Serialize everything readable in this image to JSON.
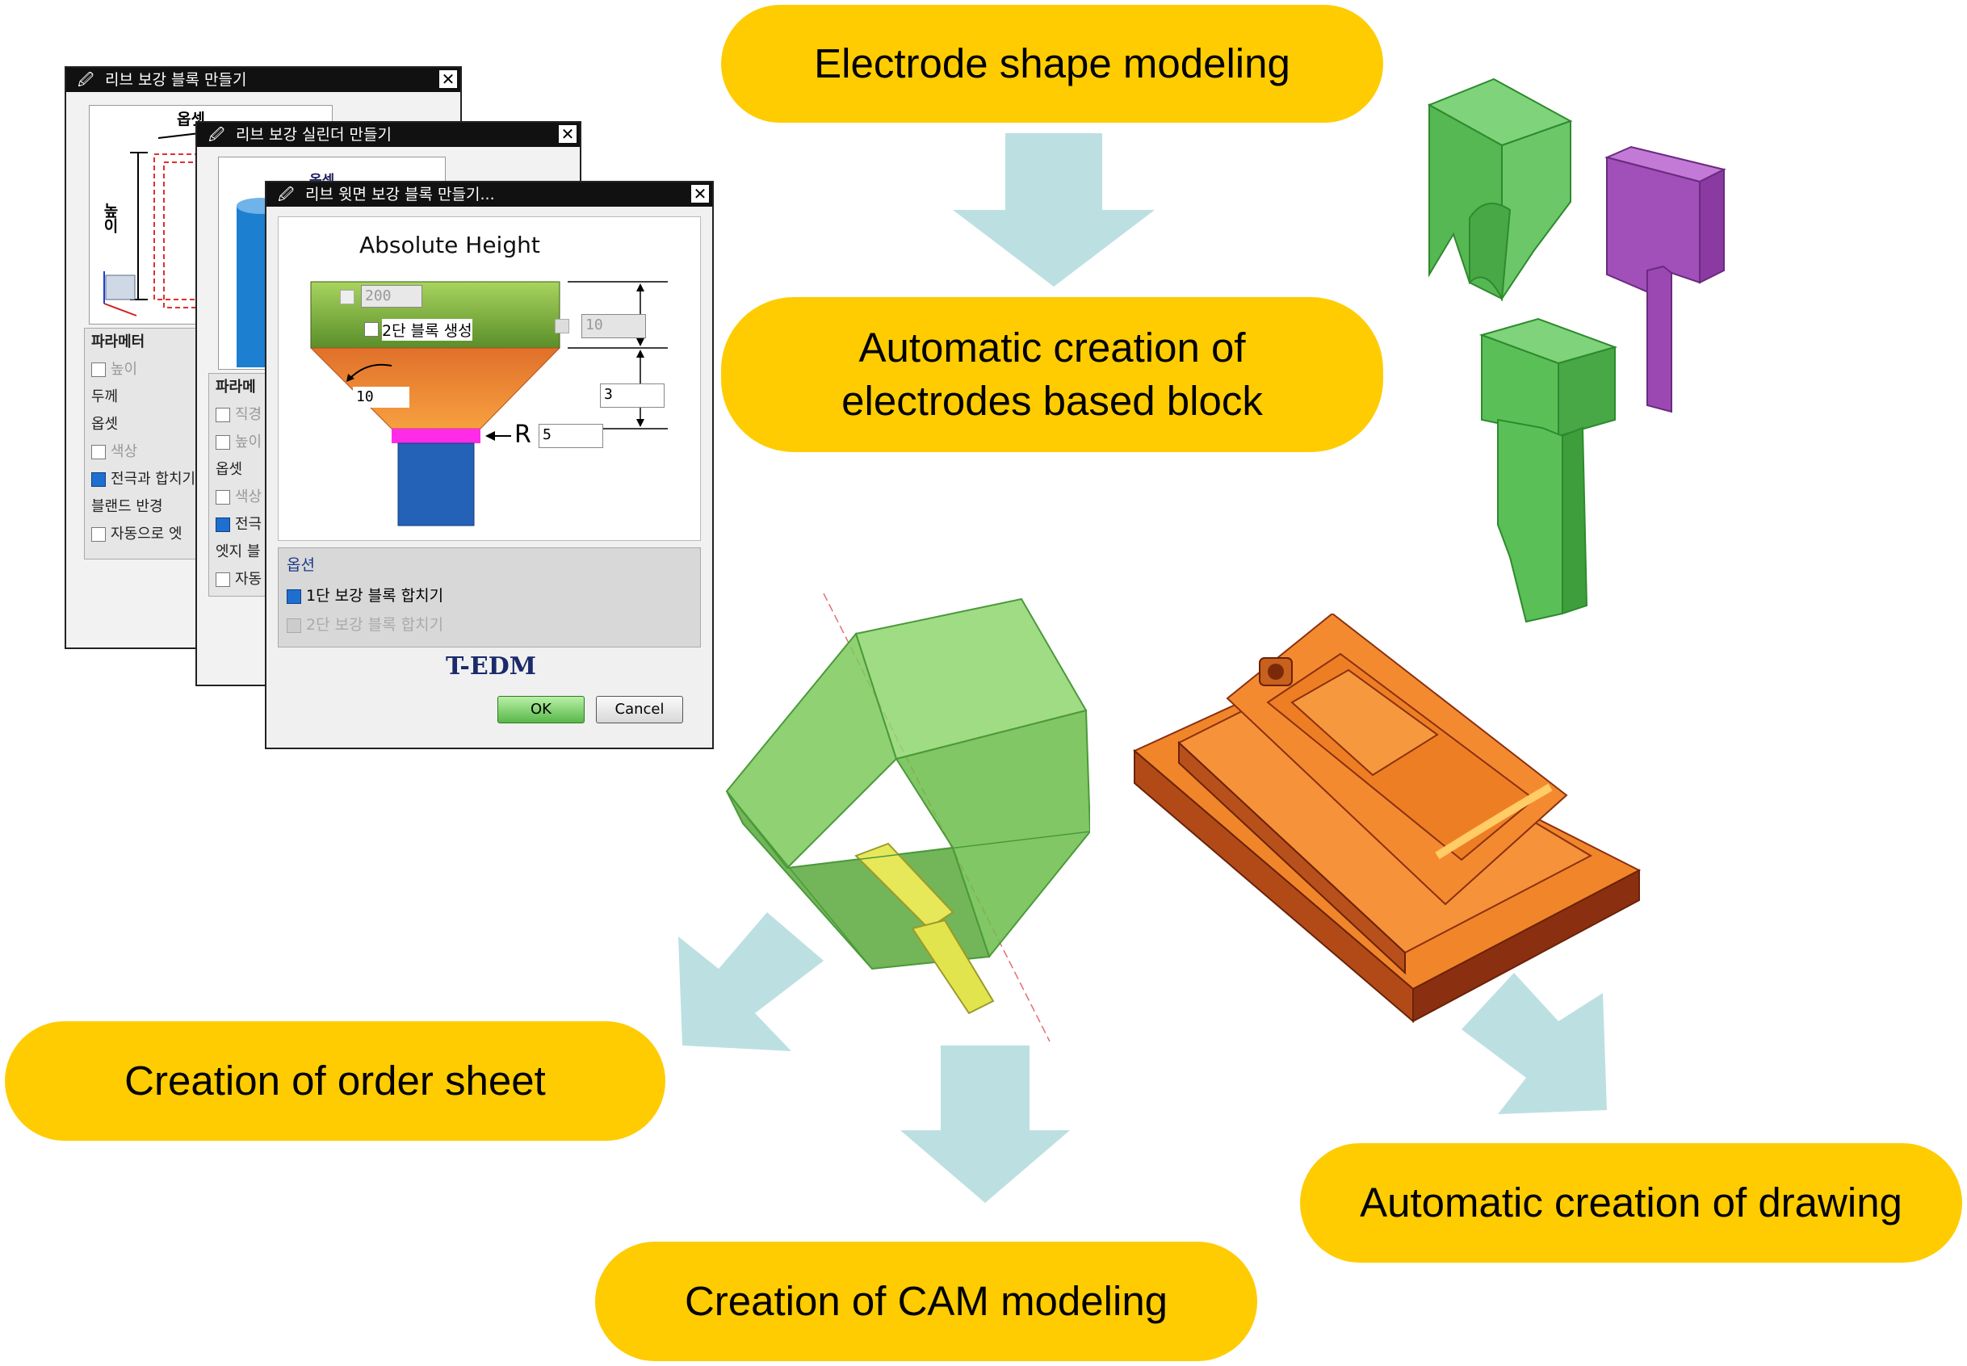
{
  "flow": {
    "step1": "Electrode shape modeling",
    "step2_line1": "Automatic creation of",
    "step2_line2": "electrodes based block",
    "step3": "Creation of order sheet",
    "step4": "Creation of CAM modeling",
    "step5": "Automatic creation of drawing"
  },
  "dialogs": {
    "back": {
      "title": "리브 보강 블록 만들기",
      "offset_label": "옵셋",
      "height_label": "높이",
      "param_header": "파라메터",
      "rows": [
        "높이",
        "두께",
        "옵셋",
        "색상",
        "전극과 합치기",
        "블랜드 반경",
        "자동으로 엣"
      ]
    },
    "middle": {
      "title": "리브 보강 실린더 만들기",
      "offset_label": "옵셋",
      "param_header": "파라메",
      "rows": [
        "직경",
        "높이",
        "옵셋",
        "색상",
        "전극",
        "엣지 블",
        "자동"
      ]
    },
    "front": {
      "title": "리브 윗면 보강 블록 만들기...",
      "heading": "Absolute Height",
      "field_200": "200",
      "two_stage": "2단 블록 생성",
      "field_10a": "10",
      "field_10b": "10",
      "field_3": "3",
      "r_label": "R",
      "field_5": "5",
      "options_header": "옵션",
      "opt1": "1단 보강 블록 합치기",
      "opt2": "2단 보강 블록 합치기",
      "brand": "T-EDM",
      "ok": "OK",
      "cancel": "Cancel"
    }
  },
  "colors": {
    "pill": "#fecc00",
    "arrow": "#bcdfe2",
    "green_electrode": "#5fc25a",
    "purple_electrode": "#a050b8",
    "orange_mold": "#f08a2c",
    "brown_base": "#a6451a"
  }
}
